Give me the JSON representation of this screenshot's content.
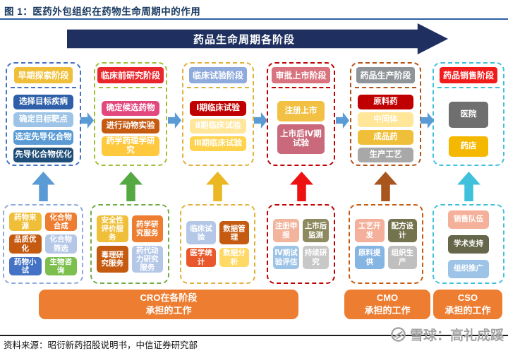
{
  "title": "图 1：医药外包组织在药物生命周期中的作用",
  "banner": {
    "label": "药品生命周期各阶段",
    "bg": "#1F3060"
  },
  "flow_arrow_color": "#5B9BD5",
  "stages": [
    {
      "header": "早期探索阶段",
      "header_bg": "#EFBF3A",
      "border": "#4472C4",
      "arrow": "#5B9BD5",
      "items": [
        {
          "label": "选择目标疾病",
          "bg": "#2E5FA8"
        },
        {
          "label": "确定目标靶点",
          "bg": "#9DC3E6"
        },
        {
          "label": "选定先导化合物",
          "bg": "#5B9BD5"
        },
        {
          "label": "先导化合物优化",
          "bg": "#1F4E79"
        }
      ]
    },
    {
      "header": "临床前研究阶段",
      "header_bg": "#E8262B",
      "border": "#9FBF3B",
      "arrow": "#55A942",
      "items": [
        {
          "label": "确定候选药物",
          "bg": "#E2477E"
        },
        {
          "label": "进行动物实验",
          "bg": "#C55A11"
        },
        {
          "label": "药学药理学研究",
          "bg": "#FFC93E"
        }
      ]
    },
    {
      "header": "临床试验阶段",
      "header_bg": "#8FAADC",
      "border": "#E0B13C",
      "arrow": "#EBB722",
      "items": [
        {
          "label": "Ⅰ期临床试验",
          "bg": "#C00000"
        },
        {
          "label": "Ⅱ期临床试验",
          "bg": "#FFE699"
        },
        {
          "label": "Ⅲ期临床试验",
          "bg": "#FFD34D"
        }
      ]
    },
    {
      "header": "审批上市阶段",
      "header_bg": "#D9737F",
      "border": "#C00000",
      "arrow": "#EE1111",
      "items": [
        {
          "label": "注册上市",
          "bg": "#F2C144"
        },
        {
          "label": "上市后Ⅳ期试验",
          "bg": "#C9697B"
        }
      ]
    },
    {
      "header": "药品生产阶段",
      "header_bg": "#8E9498",
      "border": "#B35418",
      "arrow": "#A9561E",
      "items": [
        {
          "label": "原料药",
          "bg": "#C00000"
        },
        {
          "label": "中间体",
          "bg": "#FFE699"
        },
        {
          "label": "成品药",
          "bg": "#EFBF3A"
        },
        {
          "label": "生产工艺",
          "bg": "#A8A8A8"
        }
      ]
    },
    {
      "header": "药品销售阶段",
      "header_bg": "#F21B1B",
      "border": "#41C0DB",
      "arrow": "#3FC1DC",
      "items": [
        {
          "label": "医院",
          "bg": "#6F6F6F"
        },
        {
          "label": "药店",
          "bg": "#F5B800"
        }
      ]
    }
  ],
  "service_boxes": [
    {
      "border": "#8FAADC",
      "items": [
        {
          "label": "药物来源",
          "bg": "#EFBF3A"
        },
        {
          "label": "化合物合成",
          "bg": "#ED7D31"
        },
        {
          "label": "品质优化",
          "bg": "#C55A11"
        },
        {
          "label": "化合物筛选",
          "bg": "#B4C7E7"
        },
        {
          "label": "药物小试",
          "bg": "#4472C4"
        },
        {
          "label": "生物咨询",
          "bg": "#7DBF4E"
        }
      ]
    },
    {
      "border": "#70AD47",
      "items": [
        {
          "label": "安全性评价服务",
          "bg": "#EFBF3A"
        },
        {
          "label": "药学研究服务",
          "bg": "#ED7D31"
        },
        {
          "label": "毒理研究服务",
          "bg": "#C55A11"
        },
        {
          "label": "药代动力研究服务",
          "bg": "#B4C7E7"
        }
      ]
    },
    {
      "border": "#E0B13C",
      "items": [
        {
          "label": "临床试验",
          "bg": "#B4C7E7"
        },
        {
          "label": "数据管理",
          "bg": "#C55A11"
        },
        {
          "label": "医学统计",
          "bg": "#E8582C"
        },
        {
          "label": "数据分析",
          "bg": "#FFD966"
        }
      ]
    },
    {
      "border": "#C00000",
      "items": [
        {
          "label": "注册申报",
          "bg": "#F2B49C"
        },
        {
          "label": "上市后监测",
          "bg": "#8C8A5E"
        },
        {
          "label": "Ⅳ期试验评估",
          "bg": "#9DC3E6"
        },
        {
          "label": "持续研究",
          "bg": "#C8C8C8"
        }
      ]
    },
    {
      "border": "#C55A11",
      "items": [
        {
          "label": "工艺开发",
          "bg": "#F4B09A"
        },
        {
          "label": "配方设计",
          "bg": "#73734D"
        },
        {
          "label": "原料提供",
          "bg": "#85B5E3"
        },
        {
          "label": "组织生产",
          "bg": "#BFBFBF"
        }
      ]
    },
    {
      "border": "#41C0DB",
      "items": [
        {
          "label": "销售队伍",
          "bg": "#F4B09A"
        },
        {
          "label": "学术支持",
          "bg": "#66664A"
        },
        {
          "label": "组织推广",
          "bg": "#9DC3E6"
        }
      ]
    }
  ],
  "footer_bars": [
    {
      "line1": "CRO在各阶段",
      "line2": "承担的工作",
      "bg": "#ED7D31"
    },
    {
      "line1": "CMO",
      "line2": "承担的工作",
      "bg": "#ED7D31"
    },
    {
      "line1": "CSO",
      "line2": "承担的工作",
      "bg": "#ED7D31"
    }
  ],
  "source": "资料来源：昭衍新药招股说明书，中信证券研究部",
  "watermark": {
    "label": "雪球：高礼成蹊"
  }
}
